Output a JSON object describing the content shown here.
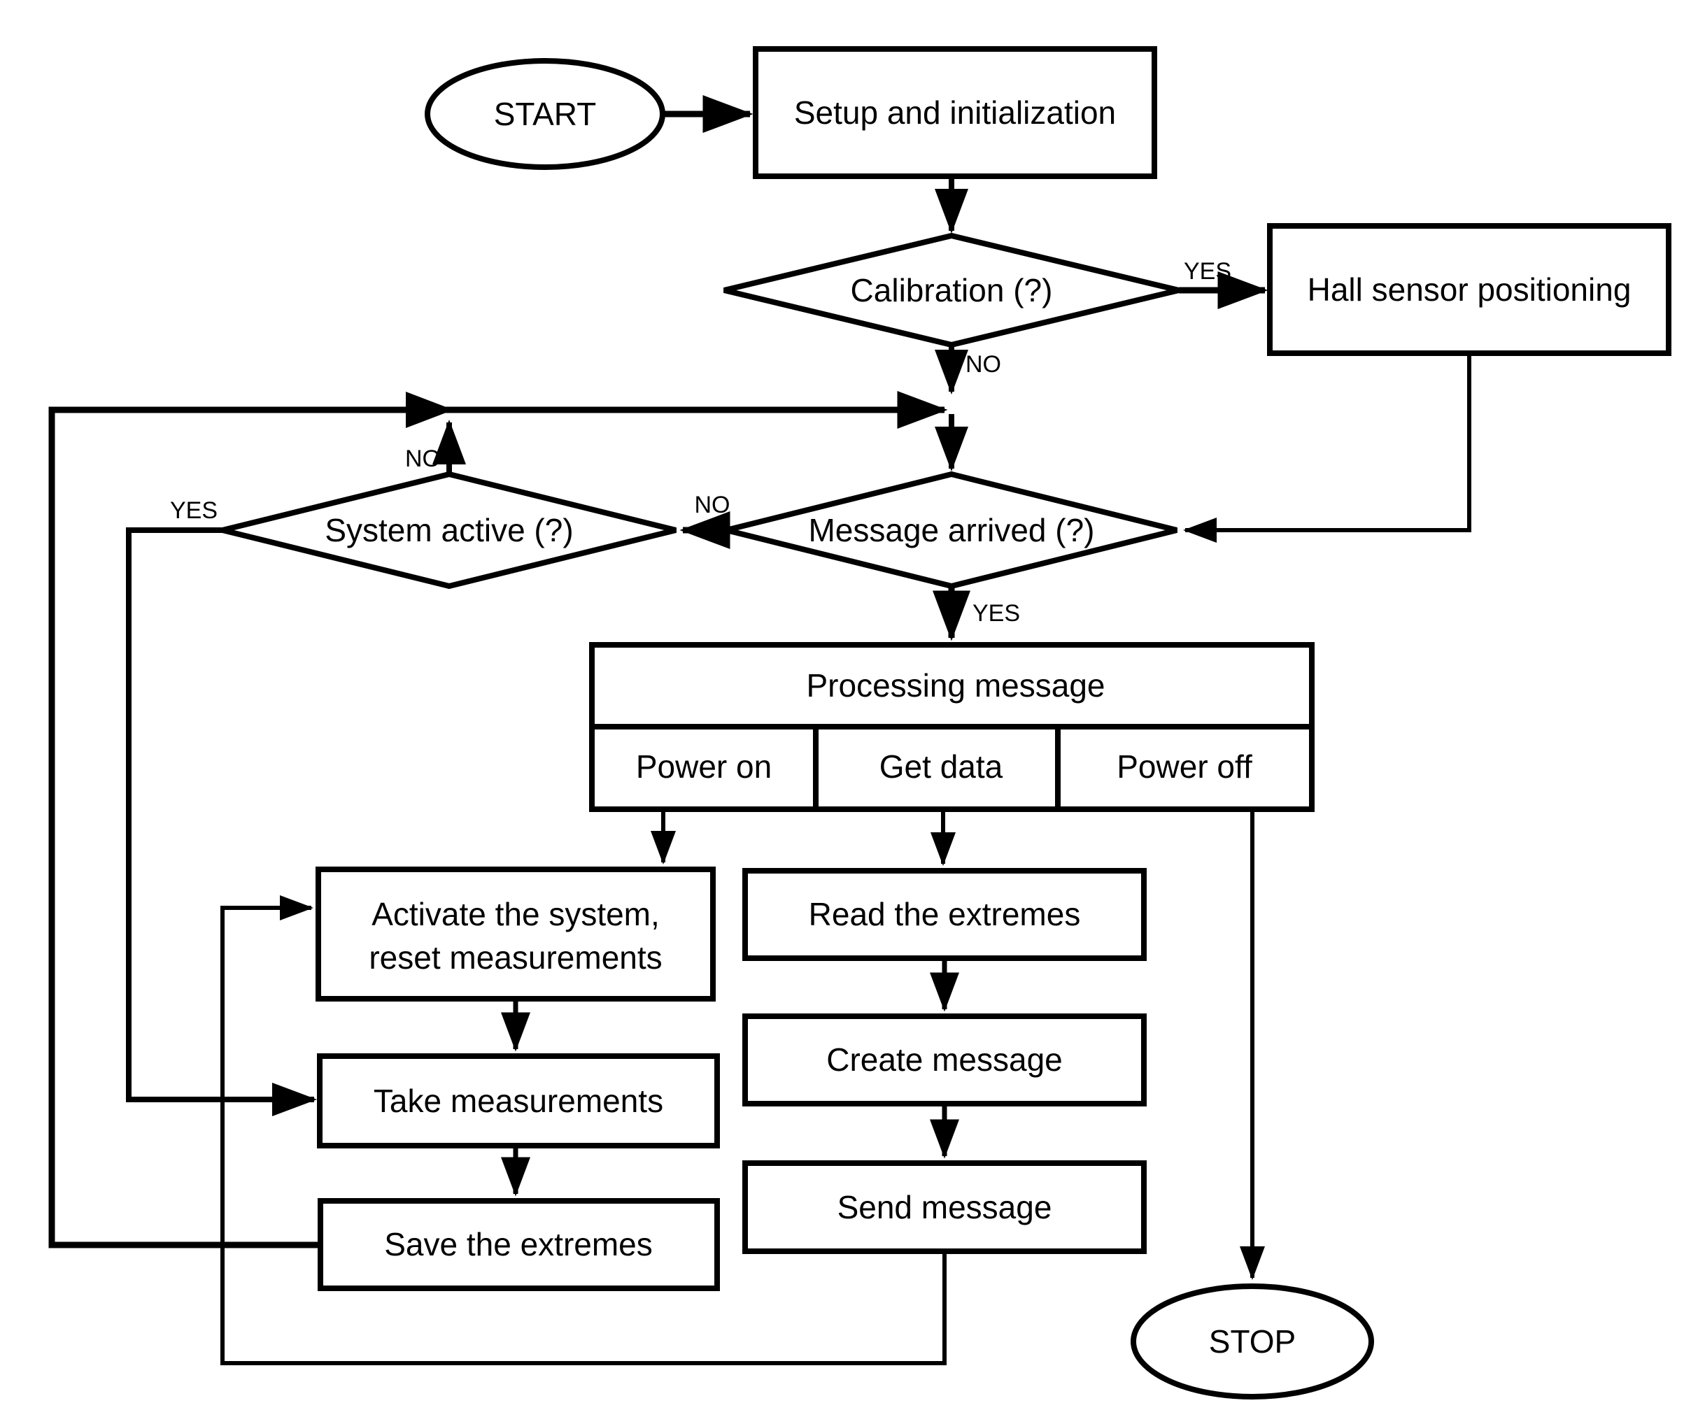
{
  "colors": {
    "ink": "#000000",
    "paper": "#ffffff"
  },
  "nodes": {
    "start": {
      "shape": "terminator",
      "label": "START"
    },
    "setup": {
      "shape": "process",
      "label": "Setup and initialization"
    },
    "calibration": {
      "shape": "decision",
      "label": "Calibration (?)"
    },
    "hall": {
      "shape": "process",
      "label": "Hall sensor positioning"
    },
    "system_active": {
      "shape": "decision",
      "label": "System active (?)"
    },
    "message_arrived": {
      "shape": "decision",
      "label": "Message arrived (?)"
    },
    "processing": {
      "shape": "process",
      "label": "Processing message",
      "cells": [
        "Power on",
        "Get data",
        "Power off"
      ]
    },
    "activate": {
      "shape": "process",
      "line1": "Activate the system,",
      "line2": "reset measurements"
    },
    "take": {
      "shape": "process",
      "label": "Take measurements"
    },
    "save": {
      "shape": "process",
      "label": "Save the extremes"
    },
    "read": {
      "shape": "process",
      "label": "Read the extremes"
    },
    "create": {
      "shape": "process",
      "label": "Create message"
    },
    "send": {
      "shape": "process",
      "label": "Send message"
    },
    "stop": {
      "shape": "terminator",
      "label": "STOP"
    }
  },
  "labels": {
    "calibration_yes": "YES",
    "calibration_no": "NO",
    "system_active_no": "NO",
    "system_active_yes": "YES",
    "message_arrived_no": "NO",
    "message_arrived_yes": "YES"
  }
}
